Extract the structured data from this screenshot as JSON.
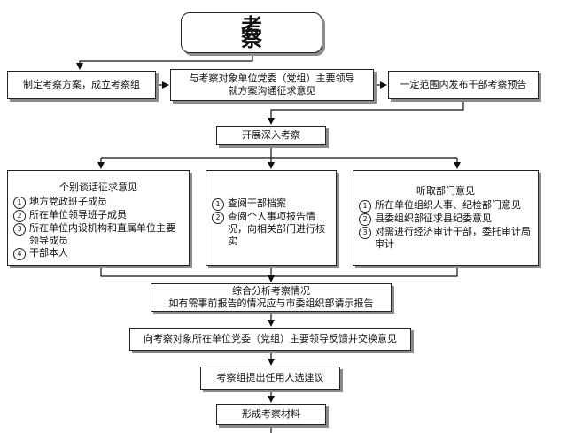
{
  "title": "考  察",
  "step1": {
    "plan": "制定考察方案，成立考察组",
    "consult_line1": "与考察对象单位党委（党组）主要领导",
    "consult_line2": "就方案沟通征求意见",
    "notice": "一定范围内发布干部考察预告"
  },
  "step2": {
    "label": "开展深入考察"
  },
  "branches": {
    "left": {
      "title": "个别谈话征求意见",
      "items": [
        {
          "num": "1",
          "text": "地方党政班子成员"
        },
        {
          "num": "2",
          "text": "所在单位领导班子成员"
        },
        {
          "num": "3",
          "text": "所在单位内设机构和直属单位主要领导成员"
        },
        {
          "num": "4",
          "text": "干部本人"
        }
      ]
    },
    "middle": {
      "items": [
        {
          "num": "1",
          "text": "查阅干部档案"
        },
        {
          "num": "2",
          "text": "查阅个人事项报告情况，向相关部门进行核实"
        }
      ]
    },
    "right": {
      "title": "听取部门意见",
      "items": [
        {
          "num": "1",
          "text": "所在单位组织人事、纪检部门意见"
        },
        {
          "num": "2",
          "text": "县委组织部征求县纪委意见"
        },
        {
          "num": "3",
          "text": "对需进行经济审计干部，委托审计局审计"
        }
      ]
    }
  },
  "step3": {
    "line1": "综合分析考察情况",
    "line2": "如有需事前报告的情况应与市委组织部请示报告"
  },
  "step4": {
    "label": "向考察对象所在单位党委（党组）主要领导反馈并交换意见"
  },
  "step5": {
    "label": "考察组提出任用人选建议"
  },
  "step6": {
    "label": "形成考察材料"
  }
}
